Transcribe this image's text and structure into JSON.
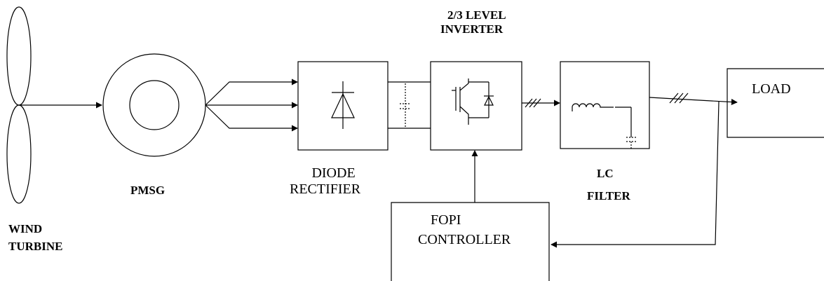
{
  "labels": {
    "wind_turbine": [
      "WIND",
      "TURBINE"
    ],
    "pmsg": "PMSG",
    "diode_rectifier": [
      "DIODE",
      "RECTIFIER"
    ],
    "inverter": [
      "2/3 LEVEL",
      "INVERTER"
    ],
    "lc_filter": [
      "LC",
      "FILTER"
    ],
    "load": "LOAD",
    "fopi_controller": [
      "FOPI",
      "CONTROLLER"
    ]
  },
  "colors": {
    "stroke": "#000000",
    "background": "#ffffff"
  }
}
